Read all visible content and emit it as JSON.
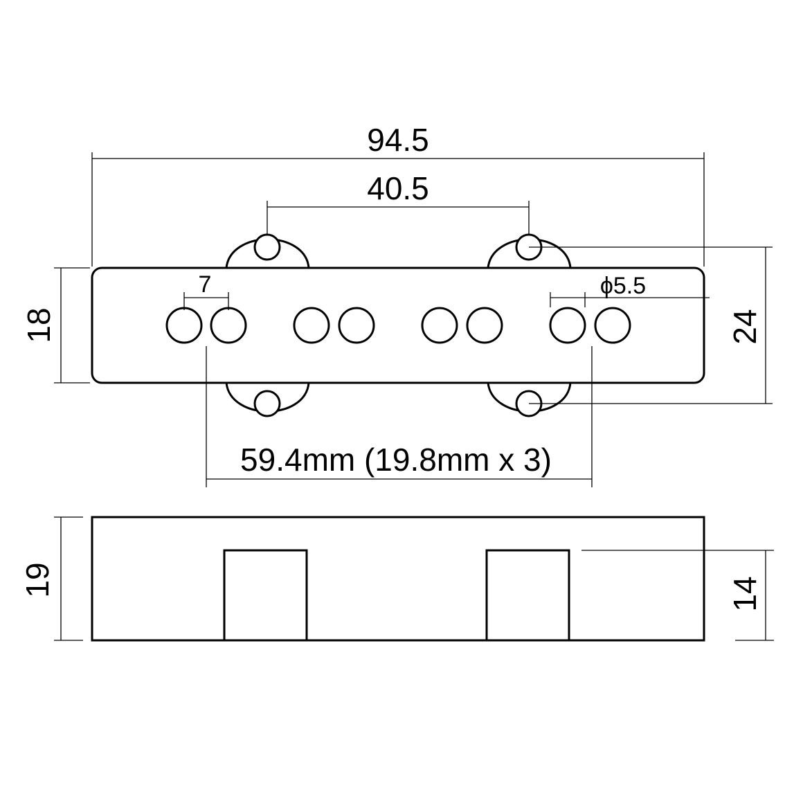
{
  "dimensions": {
    "overall_length": "94.5",
    "mounting_hole_spacing": "40.5",
    "body_width": "18",
    "overall_width": "24",
    "pole_spacing": "7",
    "pole_diameter": "ϕ5.5",
    "pole_span": "59.4mm (19.8mm x 3)",
    "body_height": "19",
    "leg_height": "14"
  }
}
